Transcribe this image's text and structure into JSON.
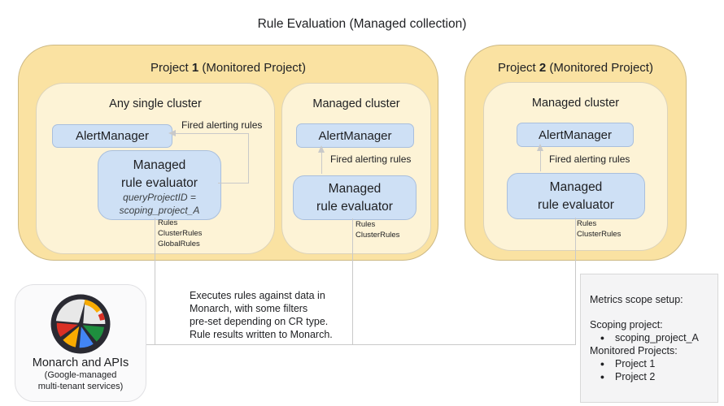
{
  "title": "Rule Evaluation (Managed collection)",
  "colors": {
    "outer-yellow": "#fae2a2",
    "inner-yellow": "#fdf3d6",
    "box-blue": "#cee0f5",
    "box-blue-border": "#a9bfdd",
    "connector": "#c9c9c9",
    "monarch-red": "#d93025",
    "monarch-yellow": "#f9ab00",
    "monarch-blue": "#4285f4",
    "monarch-green": "#1e8e3e",
    "monarch-dark": "#2a2a32",
    "monarch-face": "#e8e8e8"
  },
  "project1": {
    "header": {
      "prefix": "Project ",
      "number": "1",
      "suffix": " (Monitored Project)"
    },
    "any_single_cluster": {
      "label": "Any single cluster",
      "alertmanager": "AlertManager",
      "evaluator": {
        "line1": "Managed",
        "line2": "rule evaluator",
        "caption1": "queryProjectID =",
        "caption2": "scoping_project_A"
      },
      "fired_label": "Fired alerting rules",
      "crd_labels": [
        "Rules",
        "ClusterRules",
        "GlobalRules"
      ]
    },
    "managed_cluster": {
      "label": "Managed cluster",
      "alertmanager": "AlertManager",
      "evaluator": {
        "line1": "Managed",
        "line2": "rule evaluator"
      },
      "fired_label": "Fired alerting rules",
      "crd_labels": [
        "Rules",
        "ClusterRules"
      ]
    }
  },
  "project2": {
    "header": {
      "prefix": "Project ",
      "number": "2",
      "suffix": " (Monitored Project)"
    },
    "managed_cluster": {
      "label": "Managed cluster",
      "alertmanager": "AlertManager",
      "evaluator": {
        "line1": "Managed",
        "line2": "rule evaluator"
      },
      "fired_label": "Fired alerting rules",
      "crd_labels": [
        "Rules",
        "ClusterRules"
      ]
    }
  },
  "note": {
    "lines": [
      "Executes rules against data in",
      "Monarch, with some filters",
      "pre-set depending on CR type.",
      "Rule results written to Monarch."
    ]
  },
  "monarch": {
    "title": "Monarch and APIs",
    "caption_line1": "(Google-managed",
    "caption_line2": "multi-tenant services)"
  },
  "metrics": {
    "title": "Metrics scope setup:",
    "scoping_label": "Scoping project:",
    "scoping_items": [
      "scoping_project_A"
    ],
    "monitored_label": "Monitored Projects:",
    "monitored_items": [
      "Project 1",
      "Project 2"
    ]
  }
}
